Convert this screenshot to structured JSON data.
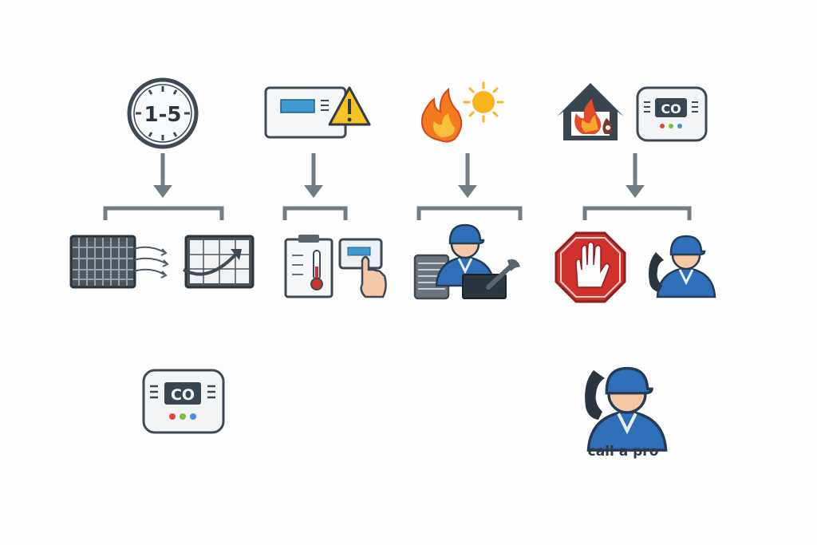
{
  "clock": {
    "label": "1-5"
  },
  "co_detector": {
    "label": "CO"
  },
  "call_pro": {
    "caption": "call a pro"
  },
  "colors": {
    "arrow": "#717c85",
    "outline": "#3e4953",
    "tech_blue": "#2e6fb8",
    "warning_yellow": "#f6c324",
    "stop_red": "#d2302c",
    "flame_orange": "#f47a20",
    "sun_yellow": "#f7b51b",
    "led_red": "#e1483e",
    "led_green": "#7cbf42",
    "led_blue": "#4a90d9"
  }
}
